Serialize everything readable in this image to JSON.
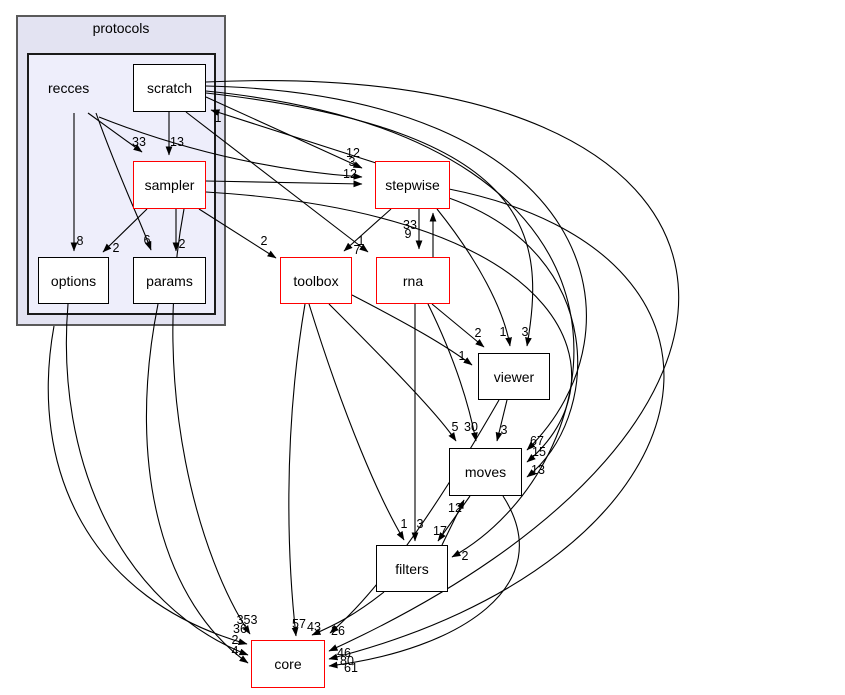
{
  "diagram": {
    "outer_cluster_label": "protocols",
    "inner_cluster_label": "recces",
    "colors": {
      "cluster_outer_fill": "#e3e3f2",
      "cluster_inner_fill": "#eeeefb",
      "node_fill": "#ffffff",
      "node_border_black": "#000000",
      "node_border_red": "#ff0000",
      "edge_color": "#000000"
    },
    "nodes": {
      "scratch": {
        "label": "scratch",
        "border": "black"
      },
      "sampler": {
        "label": "sampler",
        "border": "red"
      },
      "options": {
        "label": "options",
        "border": "black"
      },
      "params": {
        "label": "params",
        "border": "black"
      },
      "stepwise": {
        "label": "stepwise",
        "border": "red"
      },
      "toolbox": {
        "label": "toolbox",
        "border": "red"
      },
      "rna": {
        "label": "rna",
        "border": "red"
      },
      "viewer": {
        "label": "viewer",
        "border": "black"
      },
      "moves": {
        "label": "moves",
        "border": "black"
      },
      "filters": {
        "label": "filters",
        "border": "black"
      },
      "core": {
        "label": "core",
        "border": "red"
      }
    },
    "edges": [
      {
        "from": "recces",
        "to": "sampler",
        "label": "33"
      },
      {
        "from": "scratch",
        "to": "sampler",
        "label": "13"
      },
      {
        "from": "recces",
        "to": "options",
        "label": "8"
      },
      {
        "from": "sampler",
        "to": "options",
        "label": "2"
      },
      {
        "from": "recces",
        "to": "params",
        "label": "6"
      },
      {
        "from": "sampler",
        "to": "params",
        "label": "2"
      },
      {
        "from": "sampler",
        "to": "toolbox",
        "label": "2"
      },
      {
        "from": "scratch",
        "to": "stepwise",
        "label": "12"
      },
      {
        "from": "recces",
        "to": "stepwise",
        "label": "3"
      },
      {
        "from": "sampler",
        "to": "stepwise",
        "label": "12"
      },
      {
        "from": "stepwise",
        "to": "scratch",
        "label": "1"
      },
      {
        "from": "scratch",
        "to": "rna",
        "label": "7"
      },
      {
        "from": "stepwise",
        "to": "toolbox",
        "label": "1"
      },
      {
        "from": "stepwise",
        "to": "rna",
        "label": "9"
      },
      {
        "from": "rna",
        "to": "stepwise",
        "label": "33"
      },
      {
        "from": "rna",
        "to": "viewer",
        "label": "2"
      },
      {
        "from": "stepwise",
        "to": "viewer",
        "label": "1"
      },
      {
        "from": "scratch",
        "to": "viewer",
        "label": "3"
      },
      {
        "from": "toolbox",
        "to": "viewer",
        "label": "1"
      },
      {
        "from": "toolbox",
        "to": "moves",
        "label": "5"
      },
      {
        "from": "rna",
        "to": "moves",
        "label": "30"
      },
      {
        "from": "viewer",
        "to": "moves",
        "label": "3"
      },
      {
        "from": "scratch",
        "to": "moves",
        "label": "67"
      },
      {
        "from": "sampler",
        "to": "moves",
        "label": "15"
      },
      {
        "from": "stepwise",
        "to": "moves",
        "label": "13"
      },
      {
        "from": "filters",
        "to": "moves",
        "label": "12"
      },
      {
        "from": "moves",
        "to": "filters",
        "label": "17"
      },
      {
        "from": "toolbox",
        "to": "filters",
        "label": "1"
      },
      {
        "from": "rna",
        "to": "filters",
        "label": "3"
      },
      {
        "from": "scratch",
        "to": "filters",
        "label": "2"
      },
      {
        "from": "sampler",
        "to": "core",
        "label": "353"
      },
      {
        "from": "recces",
        "to": "core",
        "label": "36"
      },
      {
        "from": "options",
        "to": "core",
        "label": "2"
      },
      {
        "from": "params",
        "to": "core",
        "label": "4"
      },
      {
        "from": "toolbox",
        "to": "core",
        "label": "57"
      },
      {
        "from": "filters",
        "to": "core",
        "label": "43"
      },
      {
        "from": "viewer",
        "to": "core",
        "label": "26"
      },
      {
        "from": "scratch",
        "to": "core",
        "label": "46"
      },
      {
        "from": "stepwise",
        "to": "core",
        "label": "80"
      },
      {
        "from": "moves",
        "to": "core",
        "label": "61"
      }
    ]
  }
}
